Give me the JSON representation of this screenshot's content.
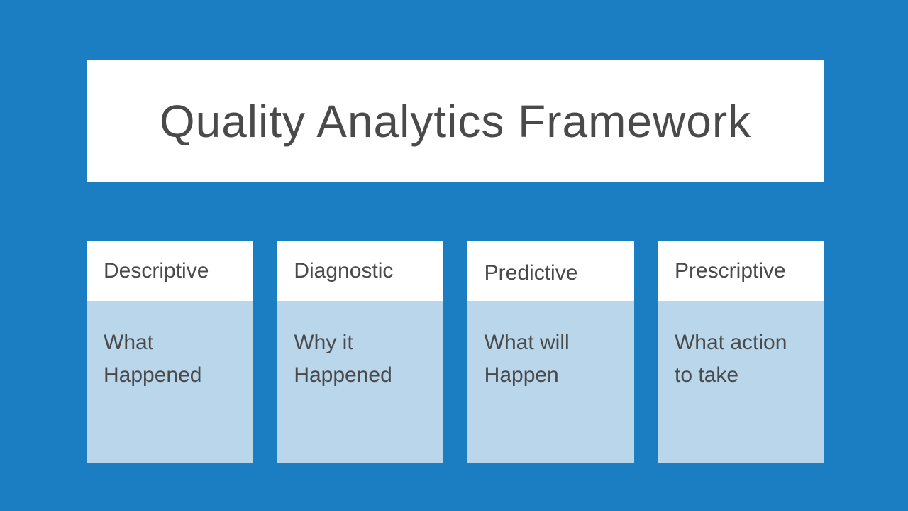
{
  "slide": {
    "title": "Quality Analytics Framework",
    "colors": {
      "background": "#1b7ec3",
      "panel": "#ffffff",
      "card_body": "#b9d6eb",
      "text": "#4a4a4b"
    },
    "cards": [
      {
        "header": "Descriptive",
        "body": "What\nHappened"
      },
      {
        "header": "Diagnostic",
        "body": "Why it\nHappened"
      },
      {
        "header": "Predictive",
        "body": "What will\nHappen"
      },
      {
        "header": "Prescriptive",
        "body": "What action\nto take"
      }
    ]
  }
}
